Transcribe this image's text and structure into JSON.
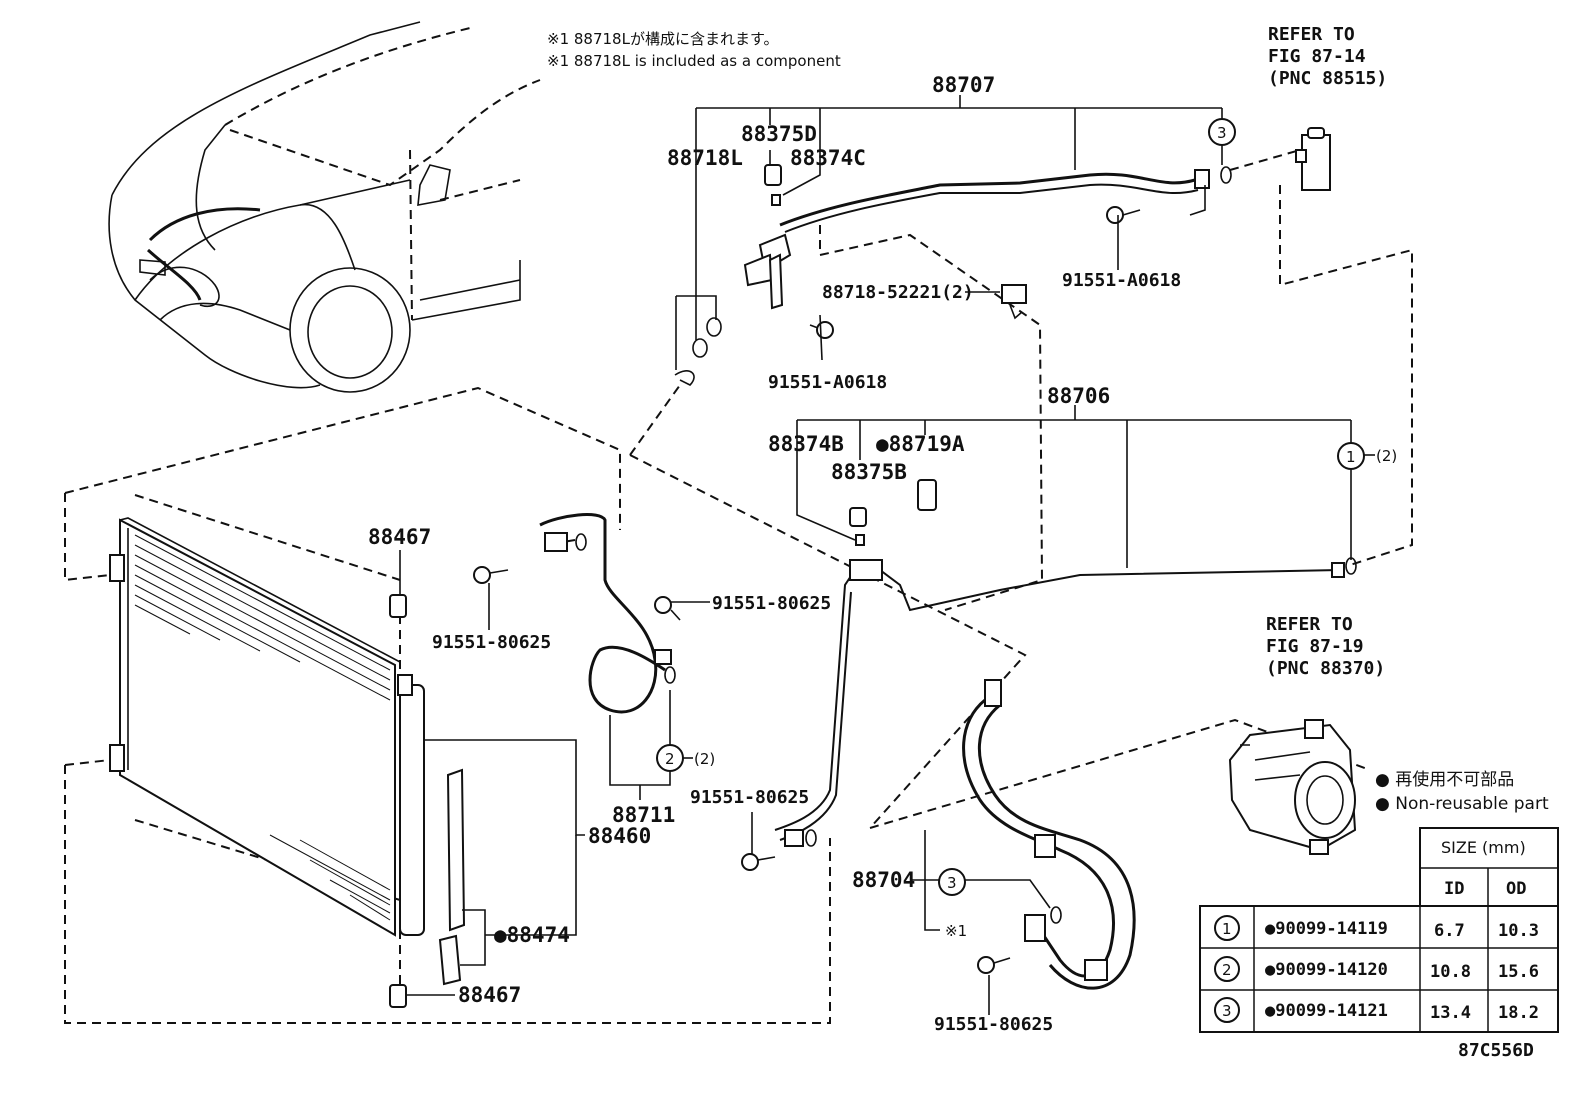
{
  "notes": {
    "jp": "※1 88718Lが構成に含まれます。",
    "en": "※1 88718L is included as a component"
  },
  "refs": [
    {
      "line1": "REFER TO",
      "line2": "FIG 87-14",
      "line3": "(PNC 88515)"
    },
    {
      "line1": "REFER TO",
      "line2": "FIG 87-19",
      "line3": "(PNC 88370)"
    }
  ],
  "parts": {
    "p88707": "88707",
    "p88375D": "88375D",
    "p88718L": "88718L",
    "p88374C": "88374C",
    "p91551A0618a": "91551-A0618",
    "p88718_52221": "88718-52221(2)",
    "p91551A0618b": "91551-A0618",
    "p88706": "88706",
    "p88374B": "88374B",
    "p88719A": "●88719A",
    "p88375B": "88375B",
    "p88467a": "88467",
    "p91551_80625a": "91551-80625",
    "p91551_80625b": "91551-80625",
    "p88711": "88711",
    "p91551_80625c": "91551-80625",
    "p88460": "88460",
    "p88474": "●88474",
    "p88467b": "88467",
    "p88704": "88704",
    "p91551_80625d": "91551-80625",
    "star1": "※1",
    "c1_qty": "(2)",
    "c2_qty": "(2)"
  },
  "circles": {
    "one": "1",
    "two": "2",
    "three": "3"
  },
  "legend": {
    "jp": "● 再使用不可部品",
    "en": "● Non-reusable part"
  },
  "size_table": {
    "title": "SIZE (mm)",
    "col_id": "ID",
    "col_od": "OD",
    "rows": [
      {
        "num": "1",
        "part": "●90099-14119",
        "id": "6.7",
        "od": "10.3"
      },
      {
        "num": "2",
        "part": "●90099-14120",
        "id": "10.8",
        "od": "15.6"
      },
      {
        "num": "3",
        "part": "●90099-14121",
        "id": "13.4",
        "od": "18.2"
      }
    ]
  },
  "diagram_code": "87C556D"
}
